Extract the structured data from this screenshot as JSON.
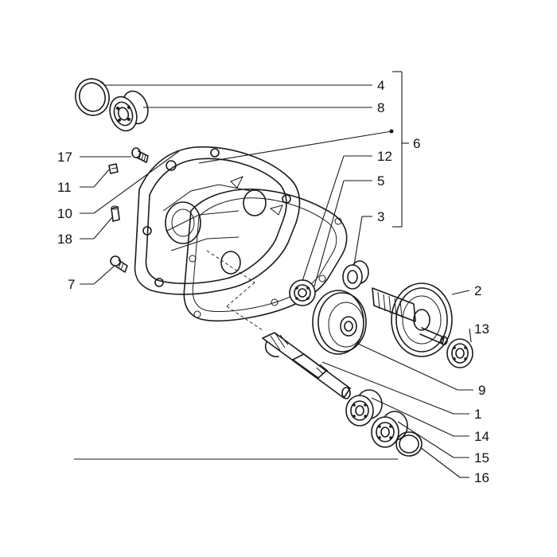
{
  "diagram": {
    "callouts": [
      {
        "id": "4",
        "text": "4"
      },
      {
        "id": "8",
        "text": "8"
      },
      {
        "id": "6",
        "text": "6"
      },
      {
        "id": "17",
        "text": "17"
      },
      {
        "id": "12",
        "text": "12"
      },
      {
        "id": "5",
        "text": "5"
      },
      {
        "id": "11",
        "text": "11"
      },
      {
        "id": "10",
        "text": "10"
      },
      {
        "id": "3",
        "text": "3"
      },
      {
        "id": "18",
        "text": "18"
      },
      {
        "id": "7",
        "text": "7"
      },
      {
        "id": "2",
        "text": "2"
      },
      {
        "id": "13",
        "text": "13"
      },
      {
        "id": "9",
        "text": "9"
      },
      {
        "id": "1",
        "text": "1"
      },
      {
        "id": "14",
        "text": "14"
      },
      {
        "id": "15",
        "text": "15"
      },
      {
        "id": "16",
        "text": "16"
      }
    ]
  }
}
